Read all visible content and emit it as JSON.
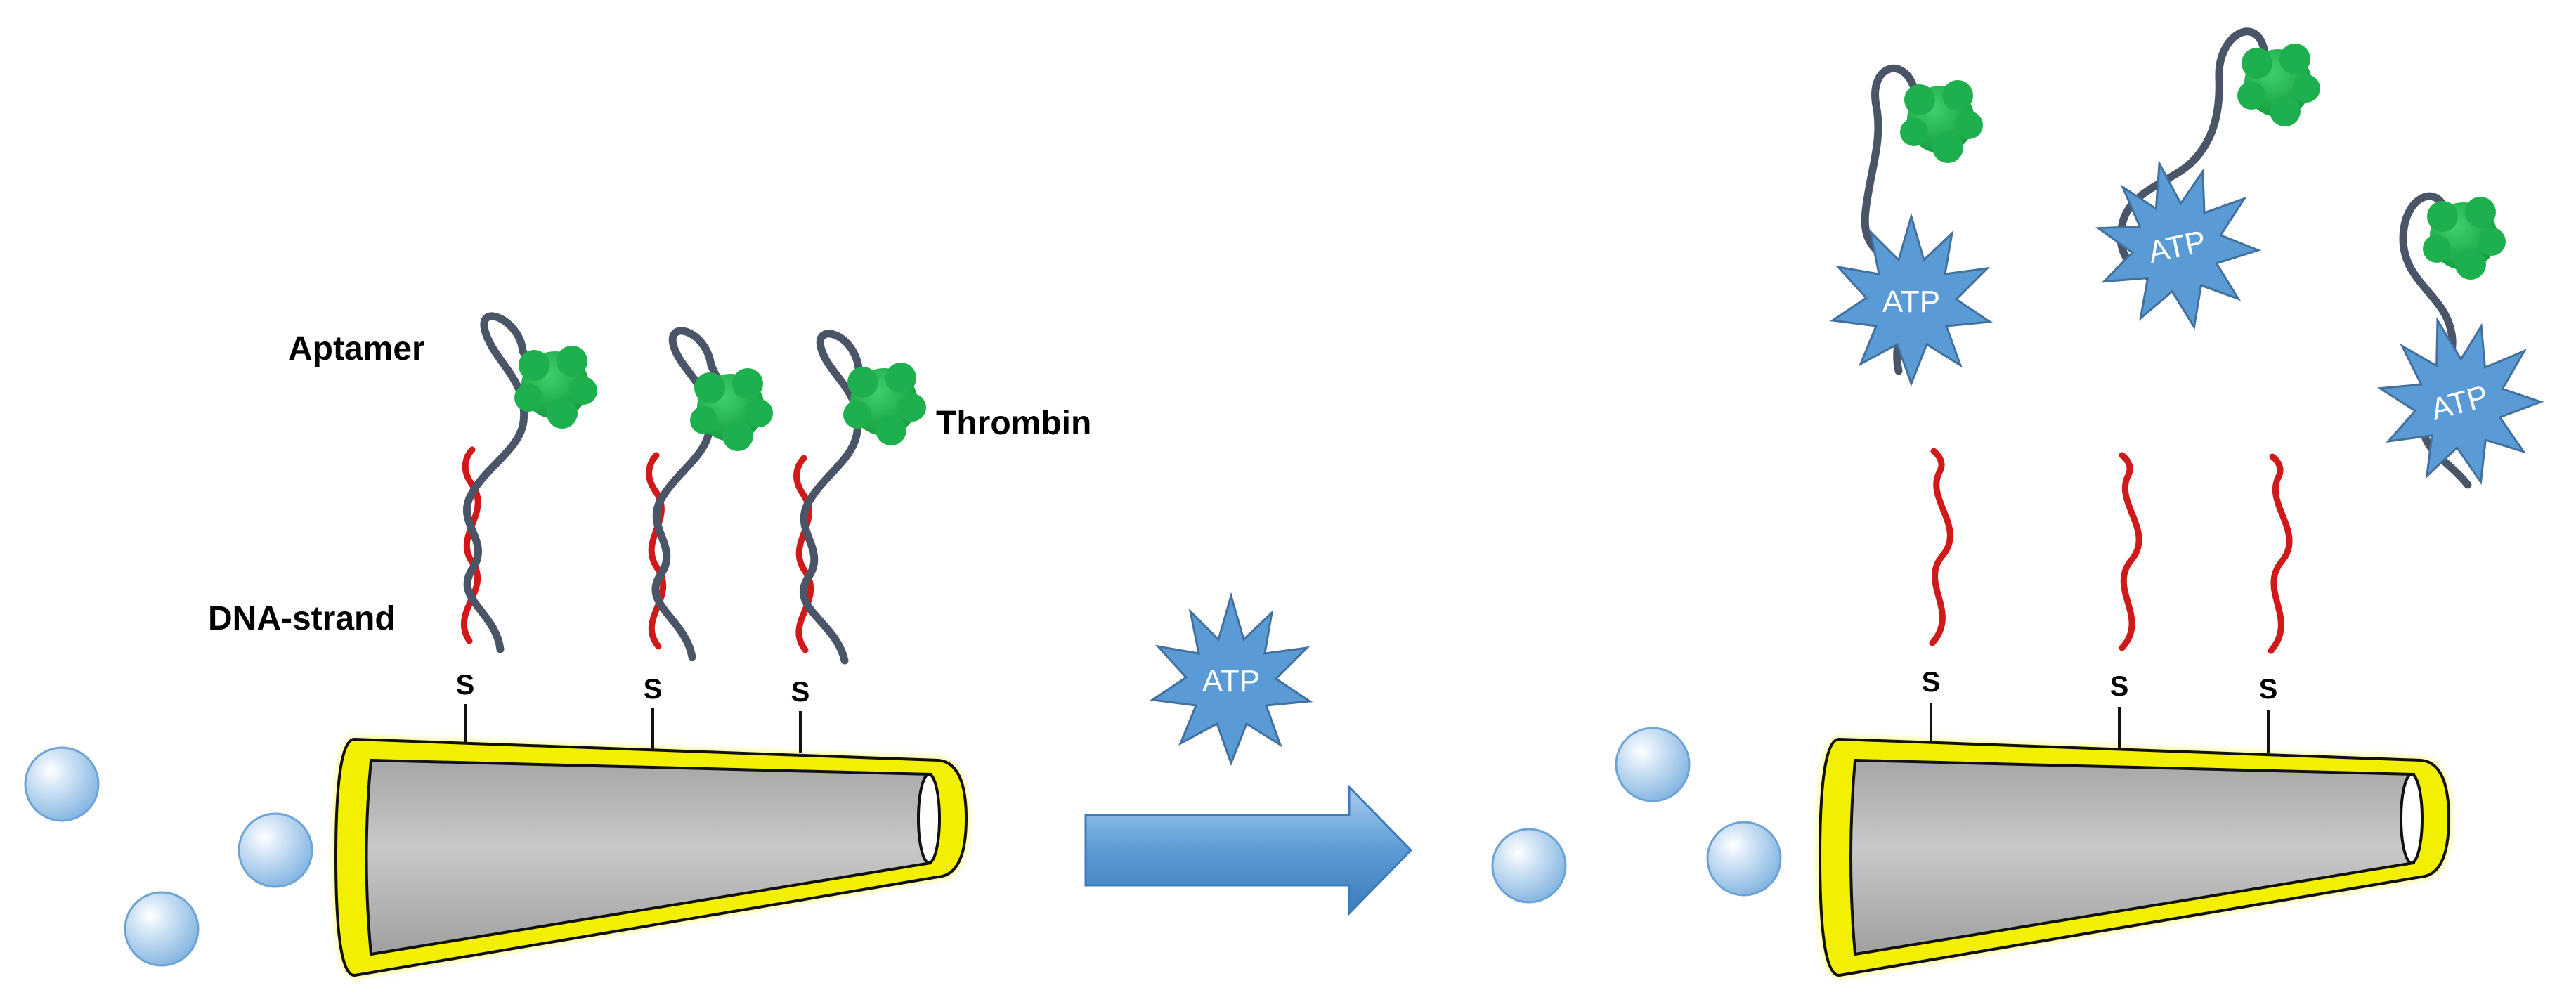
{
  "labels": {
    "aptamer": "Aptamer",
    "thrombin": "Thrombin",
    "dna_strand": "DNA-strand",
    "sulfur": "S",
    "atp": "ATP"
  },
  "colors": {
    "dna_strand": "#d01a1a",
    "aptamer": "#4a5568",
    "thrombin": "#1fa84a",
    "atp_star": "#5b9bd5",
    "tube_body": "#bfbfbf",
    "tube_shell": "#f2f000",
    "bubble": "#9cc6ea",
    "arrow": "#5b9bd5"
  },
  "icons": {
    "tube": "nanotube-icon",
    "thrombin": "thrombin-protein-icon",
    "atp": "atp-star-icon",
    "bubble": "bubble-icon",
    "arrow": "reaction-arrow-icon"
  }
}
